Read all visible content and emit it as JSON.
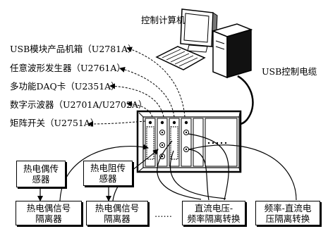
{
  "labels": {
    "computer": "控制计算机",
    "usb_cable": "USB控制电缆",
    "usb_chassis": "USB模块产品机箱（U2781A）",
    "awg": "任意波形发生器（U2761A）",
    "daq": "多功能DAQ卡（U2351A）",
    "scope": "数字示波器（U2701A/U2702A）",
    "matrix": "矩阵开关（U2751A）",
    "ellipsis": "……"
  },
  "sensors": {
    "thermocouple": [
      "热电偶传",
      "感器"
    ],
    "rtd": [
      "热电阻传",
      "感器"
    ]
  },
  "isolators": [
    [
      "热电偶信号",
      "隔离器"
    ],
    [
      "热电偶信号",
      "隔离器"
    ],
    [
      "直流电压-",
      "频率隔离转换"
    ],
    [
      "频率-直流电",
      "压隔离转换"
    ]
  ]
}
